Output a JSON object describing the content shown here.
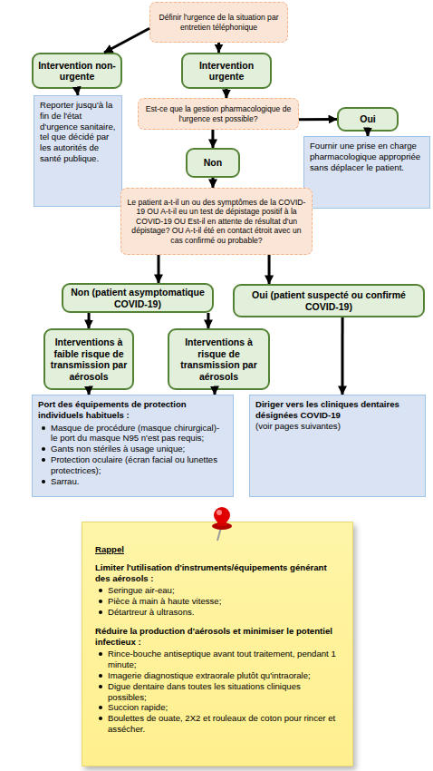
{
  "diagram": {
    "nodes": [
      {
        "text": [
          "Définir l'urgence de la situation par entretien téléphonique"
        ]
      },
      {
        "text": [
          "Intervention non-urgente"
        ]
      },
      {
        "text": [
          "Intervention urgente"
        ]
      },
      {
        "text": [
          "Reporter jusqu'à la fin de l'état d'urgence sanitaire, tel que décidé par les autorités de santé publique."
        ]
      },
      {
        "text": [
          "Est-ce que la gestion pharmacologique de l'urgence est possible?"
        ]
      },
      {
        "text": [
          "Oui"
        ]
      },
      {
        "text": [
          "Fournir une prise en charge pharmacologique appropriée sans déplacer le patient."
        ]
      },
      {
        "text": [
          "Non"
        ]
      },
      {
        "text": [
          "Le patient a-t-il un ou des symptômes de la COVID-19 OU A-t-il eu un test de dépistage positif à la COVID-19 OU Est-il en attente de résultat d'un dépistage? OU A-t-il été en contact étroit avec un cas confirmé ou probable?"
        ]
      },
      {
        "text": [
          "Non (patient asymptomatique COVID-19)"
        ]
      },
      {
        "text": [
          "Oui (patient suspecté ou confirmé COVID-19)"
        ]
      },
      {
        "text": [
          "Interventions à faible risque de transmission par aérosols"
        ]
      },
      {
        "text": [
          "Interventions à risque de transmission par aérosols"
        ]
      },
      {
        "text": [
          "Port des équipements de protection individuels habituels :",
          "Masque de procédure (masque chirurgical)- le port du masque N95 n'est pas requis;",
          "Gants non stériles à usage unique;",
          "Protection oculaire (écran facial ou lunettes protectrices);",
          "Sarrau."
        ]
      },
      {
        "text": [
          "Diriger vers les cliniques dentaires désignées COVID-19",
          "(voir pages suivantes)"
        ]
      },
      {
        "text": [
          "Rappel",
          "Limiter l'utilisation d'instruments/équipements générant des aérosols :",
          "Seringue air-eau;",
          "Pièce à main à haute vitesse;",
          "Détartreur à ultrasons.",
          "Réduire la production d'aérosols et minimiser le potentiel infectieux :",
          "Rince-bouche antiseptique avant tout traitement, pendant 1 minute;",
          "Imagerie diagnostique extraorale plutôt qu'intraorale;",
          "Digue dentaire dans toutes les situations cliniques possibles;",
          "Succion rapide;",
          "Boulettes de ouate, 2X2 et rouleaux de coton pour rincer et assécher."
        ]
      }
    ],
    "edges": [
      {
        "from": 0,
        "to": 1,
        "arrow": "to"
      },
      {
        "from": 0,
        "to": 2,
        "arrow": "to"
      },
      {
        "from": 1,
        "to": 3,
        "arrow": "to"
      },
      {
        "from": 2,
        "to": 4,
        "arrow": "to"
      },
      {
        "from": 4,
        "to": 5,
        "arrow": "to"
      },
      {
        "from": 5,
        "to": 6,
        "arrow": "to"
      },
      {
        "from": 4,
        "to": 7,
        "arrow": "to"
      },
      {
        "from": 7,
        "to": 8,
        "arrow": "to"
      },
      {
        "from": 8,
        "to": 9,
        "arrow": "to"
      },
      {
        "from": 8,
        "to": 10,
        "arrow": "to"
      },
      {
        "from": 9,
        "to": 11,
        "arrow": "to"
      },
      {
        "from": 9,
        "to": 12,
        "arrow": "to"
      },
      {
        "from": 10,
        "to": 14,
        "arrow": "to"
      },
      {
        "from": 11,
        "to": 13,
        "arrow": "to"
      },
      {
        "from": 12,
        "to": 13,
        "arrow": "to"
      }
    ]
  }
}
